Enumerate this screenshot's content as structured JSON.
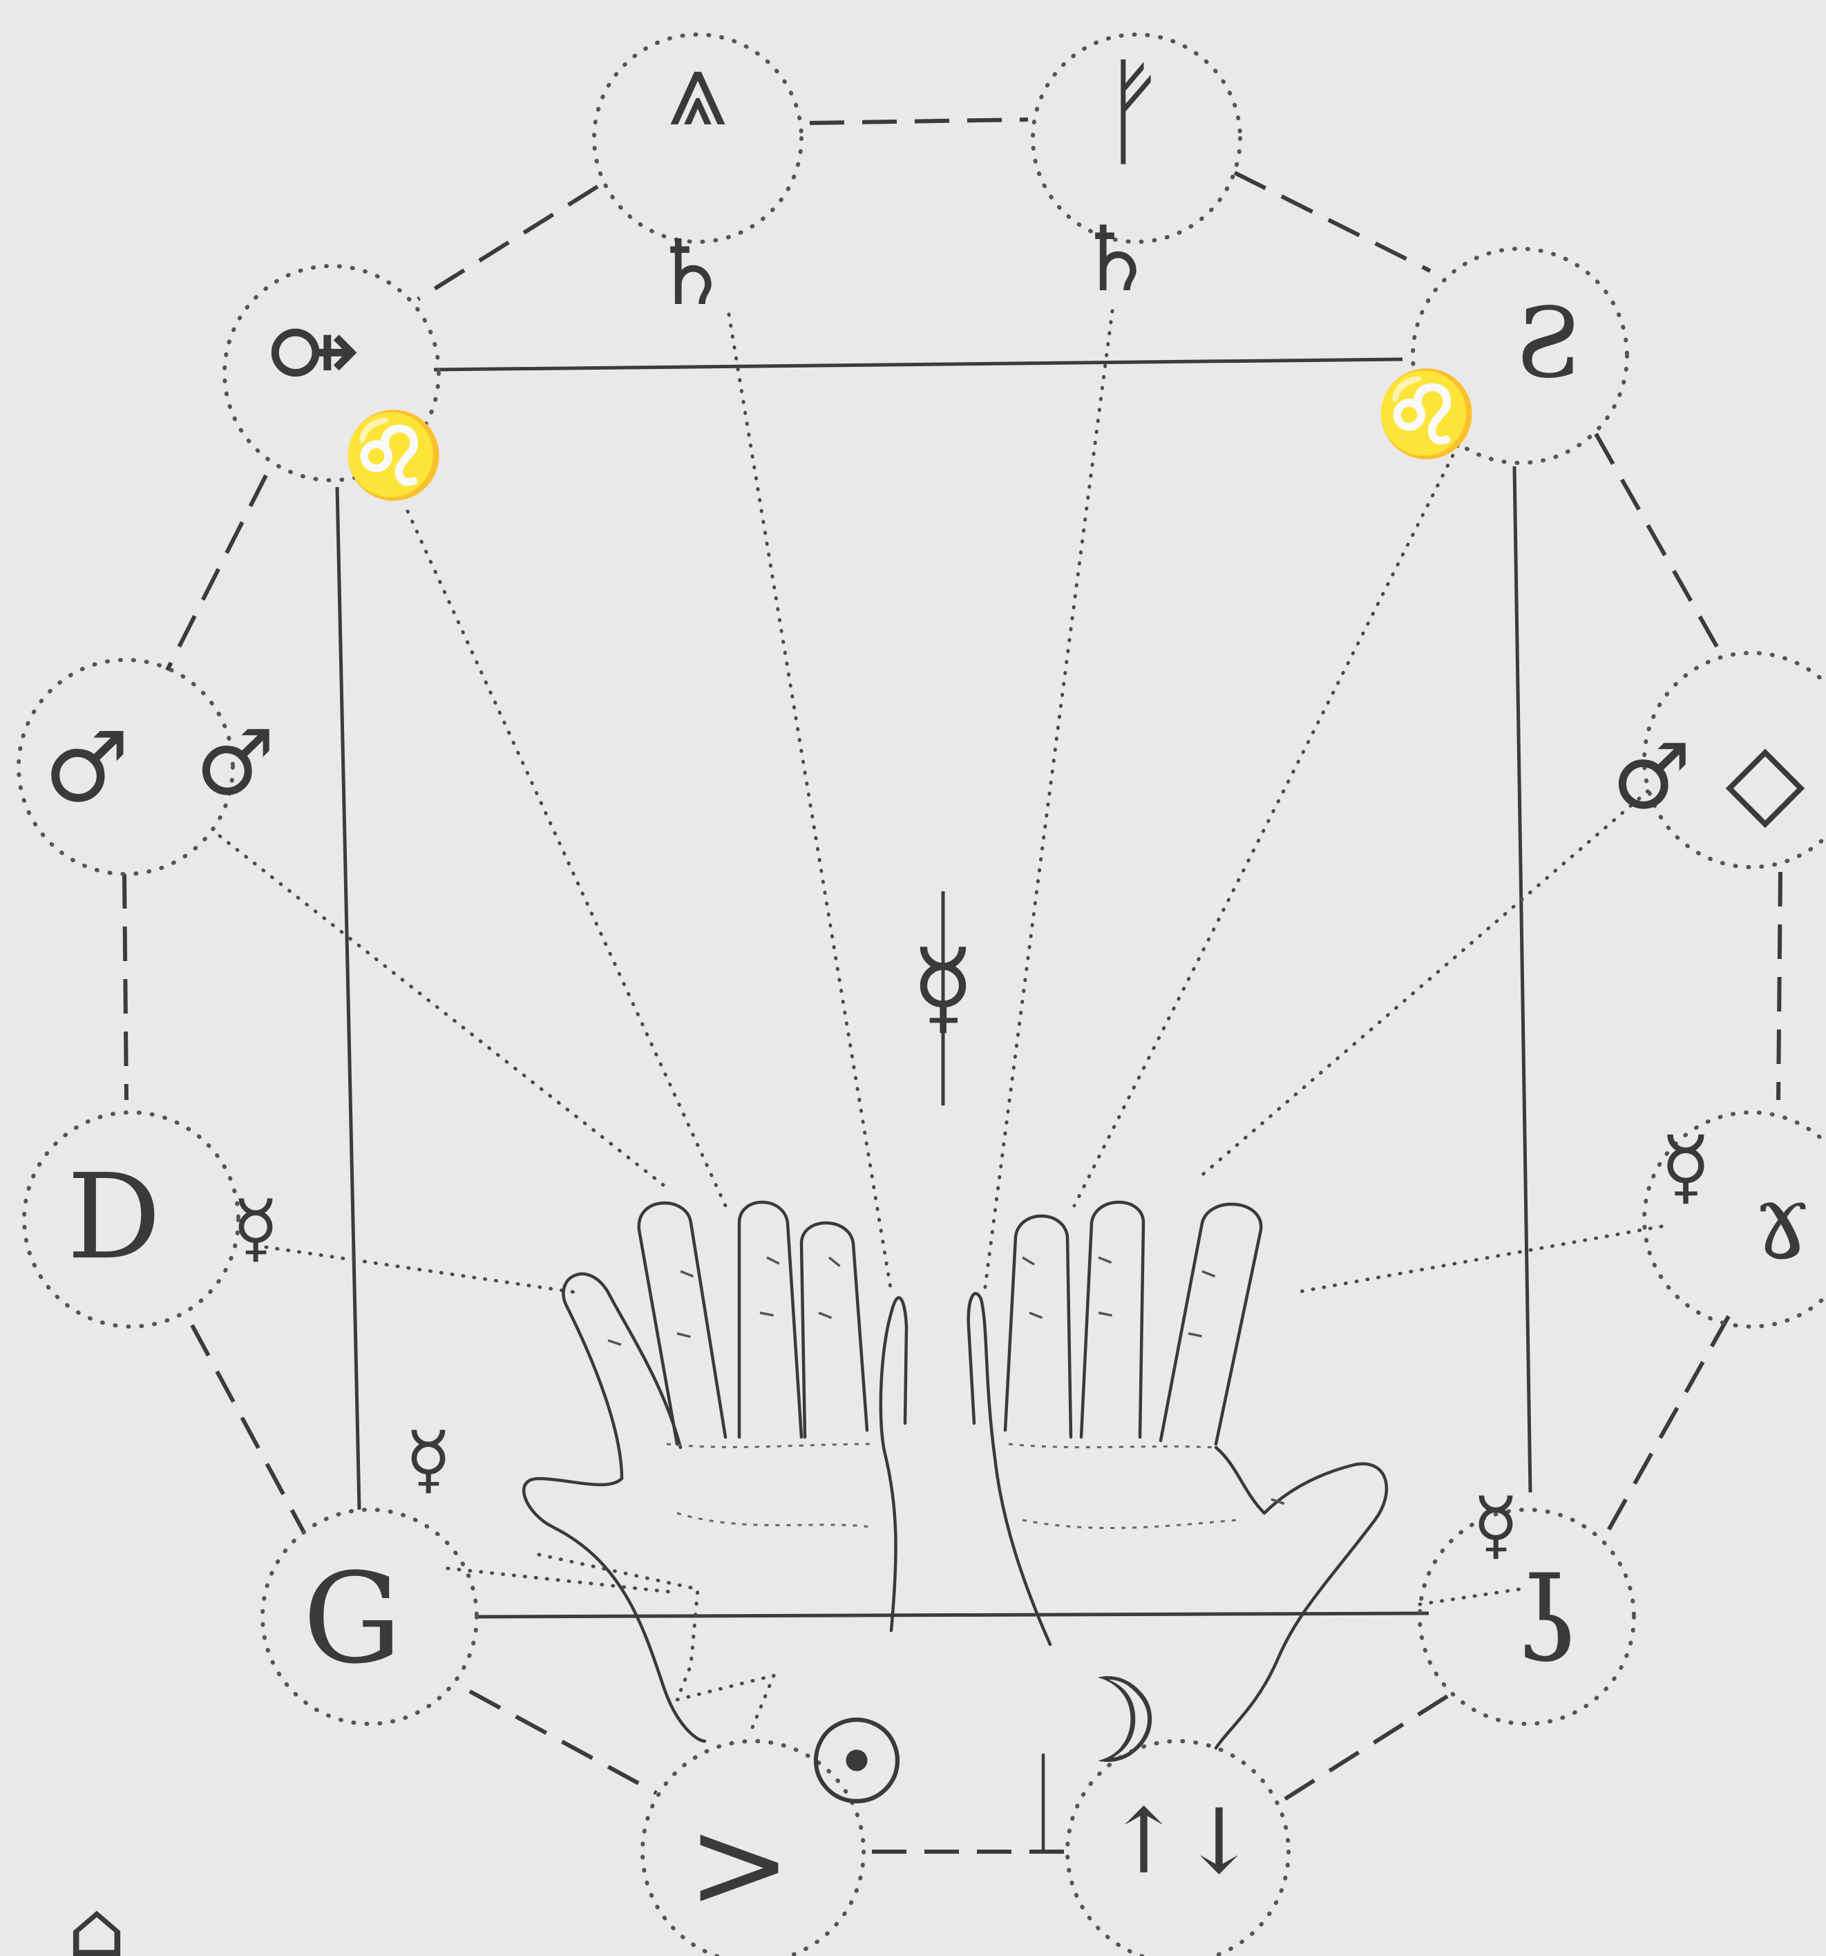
{
  "nodes": [
    {
      "id": "n1",
      "glyphs": [
        "⩓",
        "♄"
      ]
    },
    {
      "id": "n2",
      "glyphs": [
        "ᚠ",
        "♄"
      ]
    },
    {
      "id": "n3",
      "glyphs": [
        "⚩",
        "♌"
      ]
    },
    {
      "id": "n4",
      "glyphs": [
        "Ƨ",
        "♌"
      ]
    },
    {
      "id": "n5",
      "glyphs": [
        "♂",
        "♂"
      ]
    },
    {
      "id": "n6",
      "glyphs": [
        "♂",
        "◇"
      ]
    },
    {
      "id": "n7",
      "glyphs": [
        "D",
        "☿"
      ]
    },
    {
      "id": "n8",
      "glyphs": [
        "☿",
        "ɤ"
      ]
    },
    {
      "id": "n9",
      "glyphs": [
        "G",
        "☿"
      ]
    },
    {
      "id": "n10",
      "glyphs": [
        "ʖ",
        "☿"
      ]
    },
    {
      "id": "n11",
      "glyphs": [
        ">",
        "☉"
      ]
    },
    {
      "id": "n12",
      "glyphs": [
        "↑↓",
        "☽"
      ]
    }
  ],
  "center_symbol": "☿",
  "bottom_mark": "⌂"
}
